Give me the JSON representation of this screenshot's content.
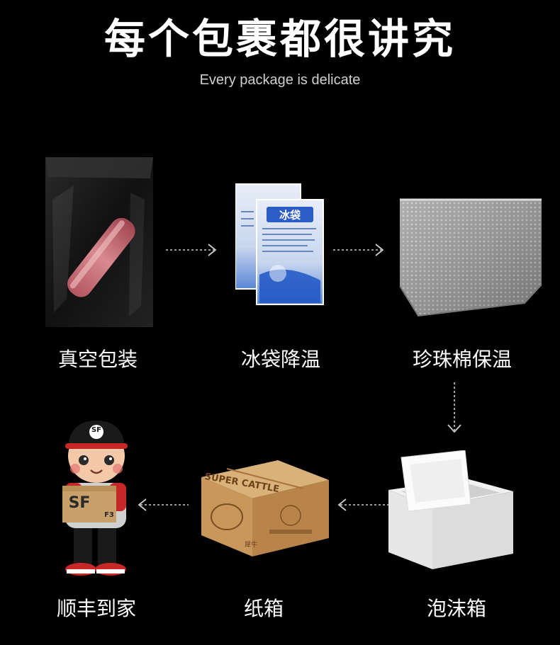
{
  "header": {
    "title": "每个包裹都很讲究",
    "subtitle": "Every package is delicate"
  },
  "steps": [
    {
      "label": "真空包装"
    },
    {
      "label": "冰袋降温"
    },
    {
      "label": "珍珠棉保温"
    },
    {
      "label": "泡沫箱"
    },
    {
      "label": "纸箱"
    },
    {
      "label": "顺丰到家"
    }
  ],
  "ice_pack": {
    "brand_text": "冰袋"
  },
  "carton": {
    "print_text": "SUPER CATTLE",
    "logo_text": "犀牛"
  },
  "courier": {
    "logo_text": "SF",
    "box_code": "F3"
  },
  "colors": {
    "background": "#000000",
    "text": "#ffffff",
    "arrow": "#cccccc"
  }
}
